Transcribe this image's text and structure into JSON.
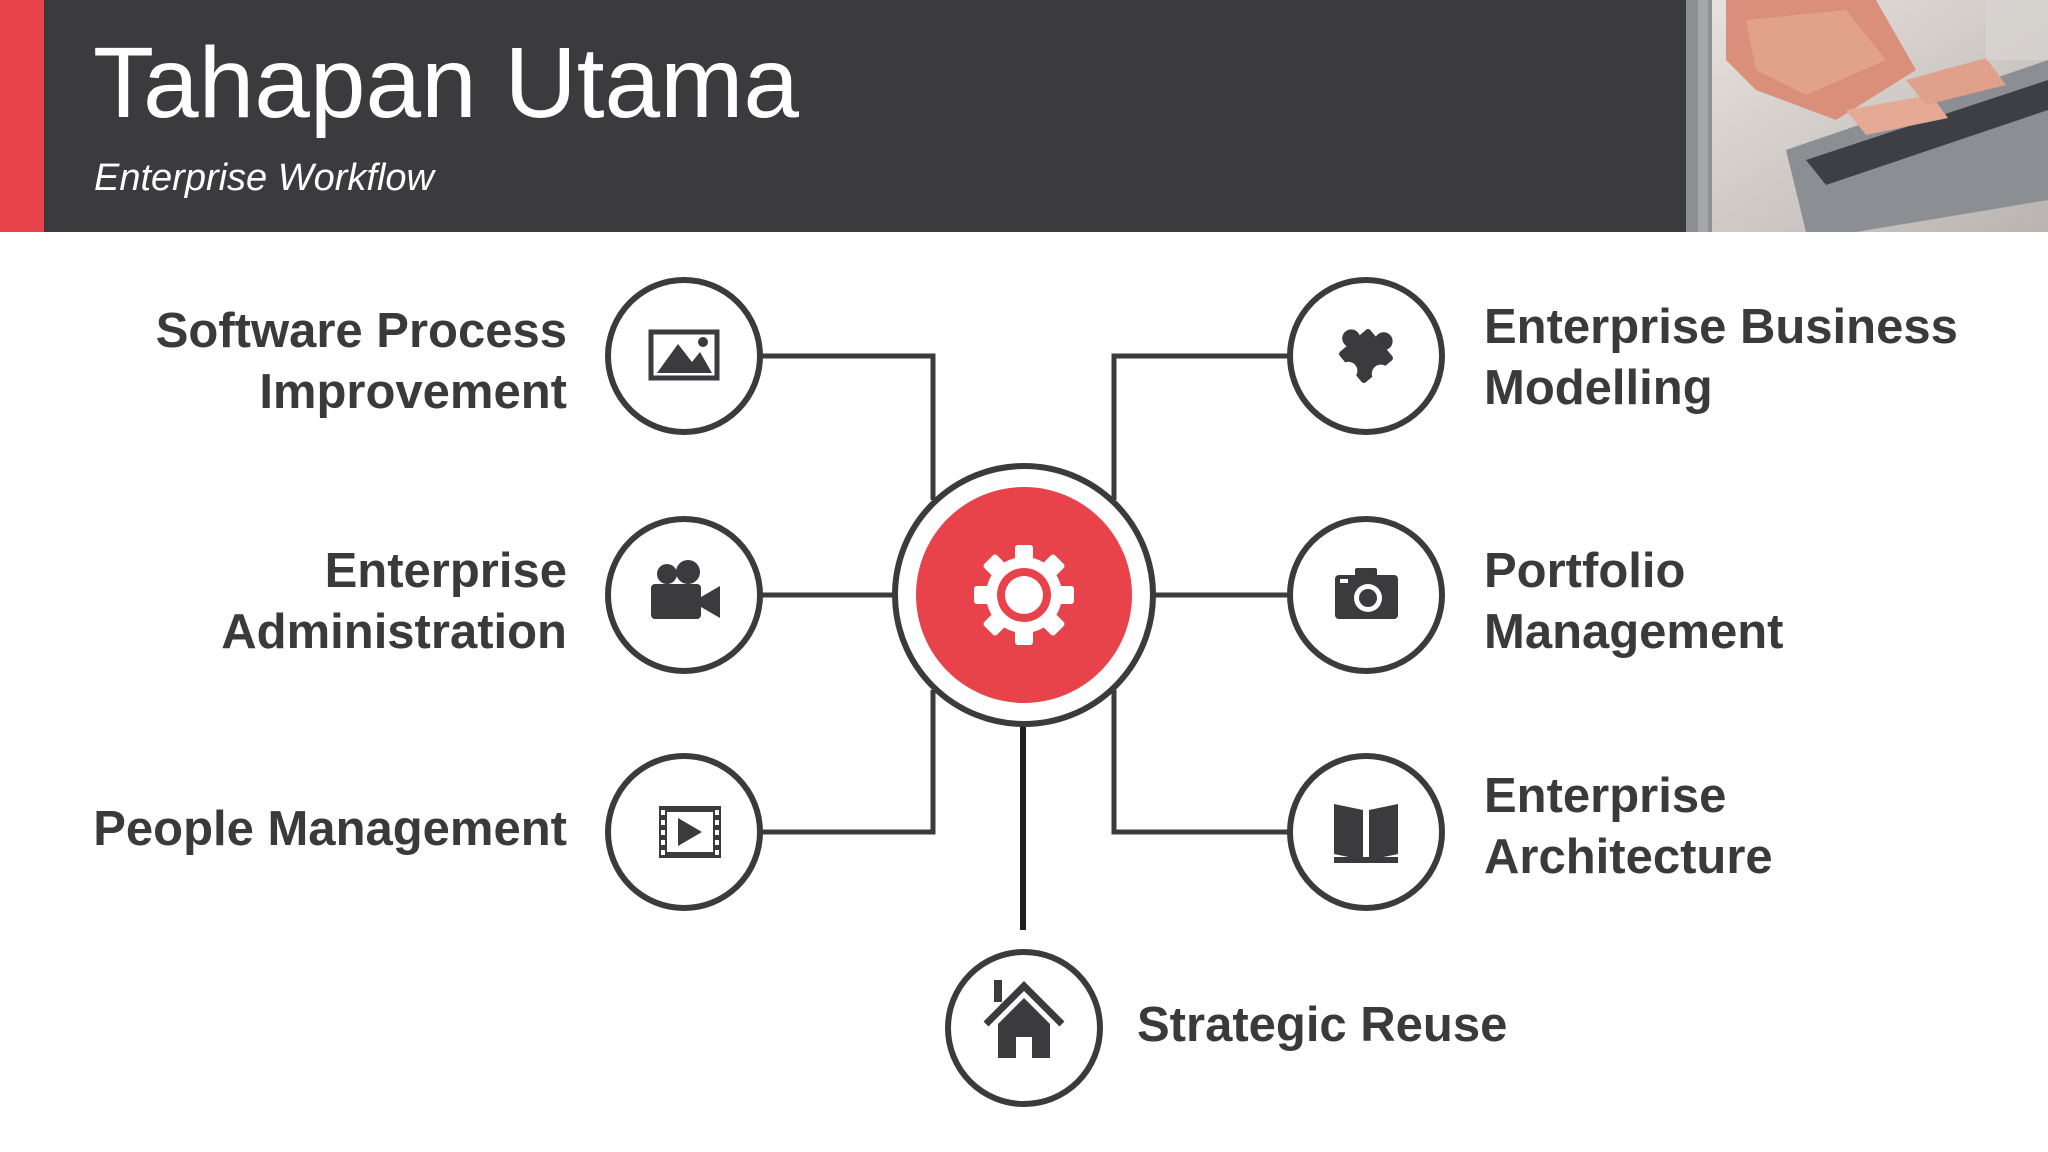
{
  "header": {
    "title": "Tahapan Utama",
    "subtitle": "Enterprise Workflow"
  },
  "colors": {
    "accent": "#e8434b",
    "dark": "#3b3b3d",
    "text": "#3a3a3a"
  },
  "diagram": {
    "center_icon": "gear-icon",
    "nodes": {
      "software_process": {
        "line1": "Software Process",
        "line2": "Improvement",
        "icon": "image-icon"
      },
      "enterprise_admin": {
        "line1": "Enterprise",
        "line2": "Administration",
        "icon": "video-camera-icon"
      },
      "people_mgmt": {
        "line1": "People Management",
        "icon": "film-icon"
      },
      "enterprise_business": {
        "line1": "Enterprise Business",
        "line2": "Modelling",
        "icon": "puzzle-icon"
      },
      "portfolio_mgmt": {
        "line1": "Portfolio",
        "line2": "Management",
        "icon": "camera-icon"
      },
      "enterprise_arch": {
        "line1": "Enterprise",
        "line2": "Architecture",
        "icon": "book-icon"
      },
      "strategic_reuse": {
        "line1": "Strategic Reuse",
        "icon": "home-icon"
      }
    }
  }
}
